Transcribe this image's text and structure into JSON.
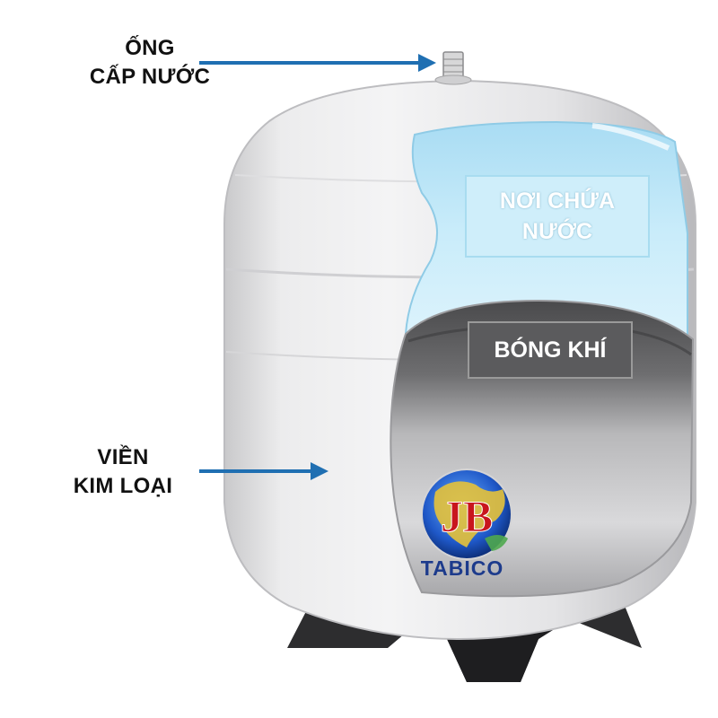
{
  "labels": {
    "supply_pipe": [
      "ỐNG",
      "CẤP NƯỚC"
    ],
    "metal_shell": [
      "VIỀN",
      "KIM LOẠI"
    ],
    "water_chamber": [
      "NƠI CHỨA",
      "NƯỚC"
    ],
    "air_bladder": "BÓNG KHÍ"
  },
  "brand": {
    "name": "TABICO",
    "logo_letters": "JB"
  },
  "colors": {
    "arrow": "#1f6fb2",
    "tank_body": "#e9e9ea",
    "water": "#bfe6f6",
    "bladder": "#5e5e60",
    "base": "#2b2b2d",
    "brand_text": "#1d3b8c"
  }
}
